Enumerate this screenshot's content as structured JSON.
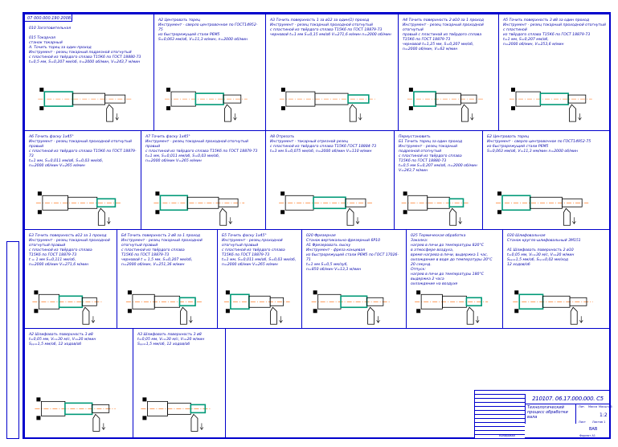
{
  "stamp": "07 000.000.190 2008.2",
  "title_block": {
    "code": "210107. 06.17.000.000. С5",
    "title": "Технологический процесс обработки вала",
    "lit": "Лит.",
    "mass": "Масса",
    "scale": "Масштаб",
    "scale_value": "1:2",
    "sheet": "Лист",
    "sheets": "Листов 1",
    "org": "ВАВ",
    "copied": "Копировал",
    "format": "Формат А1"
  },
  "cells": [
    {
      "lines": [
        "010  Заготовительная",
        "",
        "015  Токарная",
        "     станок токарный",
        "А. Точить торец за один проход",
        "Инструмент - резец токарный подрезной отогнутый",
        "с пластиной из твёрдого сплава Т15К6 по ГОСТ 18880-73",
        "t=0,5 мм, S=0,207 мм/об,  n=2000 об/мин,  V=243,7 м/мин"
      ]
    },
    {
      "lines": [
        "А2  Центровать торец",
        "Инструмент - сверло центровочное по ГОСТ14952-75",
        "из быстрорежущей стали Р6М5",
        "S=0,063 мм/об, V=11,3 м/мин, n=2000 об/мин"
      ]
    },
    {
      "lines": [
        "А3  Точить поверхность 1 за  ø12 за один(1) проход",
        "Инструмент - резец токарный проходной отогнутый",
        "с пластиной из твёрдого сплава Т15К6 по ГОСТ 18879-73",
        "черновой t=1 мм S=0,15 мм/об V=271,6 м/мин  n=2000 об/мин"
      ]
    },
    {
      "lines": [
        "А4  Точить поверхность 2 ø10 за 1 проход",
        "Инструмент - резец токарный проходной отогнутый",
        "правый с пластиной из твёрдого сплава",
        "Т15К6 по ГОСТ 18879-73",
        "черновой t=1,25 мм, S=0,207 мм/об,",
        "n=2000 об/мин, V=62 м/мин"
      ]
    },
    {
      "lines": [
        "А5  Точить поверхность 3 ø8 за один проход",
        "Инструмент - резец токарный проходной отогнутый",
        "с пластиной",
        "из твёрдого сплава Т15К6 по ГОСТ 18879-73",
        "t=1 мм, S=0,207 мм/об,",
        "n=2000 об/мин, V=253,6 м/мин"
      ]
    },
    {
      "lines": [
        "А6  Точить фаску 1х45°",
        "Инструмент - резец токарный проходной отогнутый правый",
        "с пластиной из твёрдого сплава Т15К6 по ГОСТ 18879-73",
        "t=1 мм, S=0,011 мм/об, S=0,03 мм/об,",
        "n=2000 об/мин V=265 м/мин"
      ]
    },
    {
      "lines": [
        "А7  Точить фаску 1х45°",
        "Инструмент - резец токарный проходной отогнутый правый",
        "с пластиной из твёрдого сплава Т15К6 по ГОСТ 18879-73",
        "t=1 мм, S=0,011 мм/об, S=0,03 мм/об,",
        "n=2000 об/мин V=265 м/мин"
      ]
    },
    {
      "lines": [
        "А8  Отрезать",
        "Инструмент - токарный отрезной резец",
        "с пластиной из твёрдого сплава Т15К6 ГОСТ 18884-73",
        "t=3 мм S=0,075 мм/об, n=2000 об/мин V=110 м/мин"
      ]
    },
    {
      "lines": [
        "Переустановить",
        "Б1 Точить торец за один проход",
        "Инструмент - резец токарный",
        "подрезной отогнутый",
        "с пластиной из твёрдого сплава",
        "Т15К6 по ГОСТ 18880-73",
        "t=0,5 мм S=0,207 мм/об, n=2000 об/мин V=243,7 м/мин"
      ]
    },
    {
      "lines": [
        "Б2  Центровать торец",
        "Инструмент - сверло центровочное по ГОСТ14952-75",
        "из быстрорежущей стали Р6М5",
        "S=0,063 мм/об, V=11,3 мм/мин n=2000 об/мин"
      ]
    },
    {
      "lines": [
        "Б3  Точить поверхность  ø12 за 1 проход",
        "Инструмент - резец токарный проходной",
        "отогнутый правый",
        "с пластиной из твёрдого сплава",
        "Т15К6 по ГОСТ 18879-73",
        "t = 1 мм S=0,111 мм/об,",
        "n=2000 об/мин  V=271,6 м/мин"
      ]
    },
    {
      "lines": [
        "Б4  Точить поверхность 3 ø8 за 1 проход",
        "Инструмент - резец токарный проходной",
        "отогнутый правый",
        "с пластиной из твёрдого сплава",
        "Т15К6 по ГОСТ 18879-73",
        "черновой t = 1,5 мм, S=0,207 мм/об,",
        "n=2000 об/мин, V=251,36 м/мин"
      ]
    },
    {
      "lines": [
        "Б5  Точить фаску 1х45°",
        "Инструмент - резец проходной отогнутый правый",
        "с пластиной из твёрдого сплава",
        "Т15К6 по ГОСТ 18879-73",
        "t=1 мм, S=0,011 мм/об, S=0,03 мм/об,",
        "n=2000 об/мин V=265 м/мин"
      ]
    },
    {
      "lines": [
        "020  Фрезерная",
        "Станок вертикально-фрезерный 6Р10",
        "А1  Фрезеровать лыску",
        "Инструмент - фреза концевая",
        "из быстрорежущей стали Р6М5 по ГОСТ 17026-71",
        "t=1 мм S=0,5 мм/зуб,",
        "n=850 об/мин V=13,3 м/мин"
      ]
    },
    {
      "lines": [
        "025  Термическая обработка",
        "Закалка:",
        "  нагрев в печи до температуры 820°С",
        "  в атмосфере воздуха,",
        "  время нагрева в печи, выдержка 1 час,",
        "  охлаждение в воде до температуры 20°С",
        "  20 секунд.",
        "Отпуск:",
        "  нагрев в печи до температуры 180°С",
        "  выдержка 2 часа",
        "  охлаждение на воздухе"
      ]
    },
    {
      "lines": [
        "030  Шлифовальная",
        "Станок кругло-шлифовальный 3М151",
        "",
        "А1  Шлифовать поверхность 2 ø10",
        "t=0,05 мм, Vₙ=30 м/с, Vᵢ=20 м/мин",
        "Sₚₚ=1,5 мм/об, Sₙₚ=0,02 мм/ход",
        "12 ходов/об"
      ]
    },
    {
      "lines": [
        "А2  Шлифовать поверхность 3 ø8",
        "t=0,05 мм, Vₙ=30 м/с, Vᵢ=20 м/мин",
        "Sₚₚ=1,5 мм/об, 12 ходов/об"
      ]
    },
    {
      "lines": [
        "А3  Шлифовать поверхность 3 ø8",
        "t=0,05 мм, Vₙ=30 м/с, Vᵢ=20 м/мин",
        "Sₚₚ=1,5 мм/об, 12 ходов/об"
      ]
    }
  ],
  "colors": {
    "frame": "#0000cc",
    "highlight": "#009977",
    "part": "#000000",
    "axis": "#ff6600"
  }
}
